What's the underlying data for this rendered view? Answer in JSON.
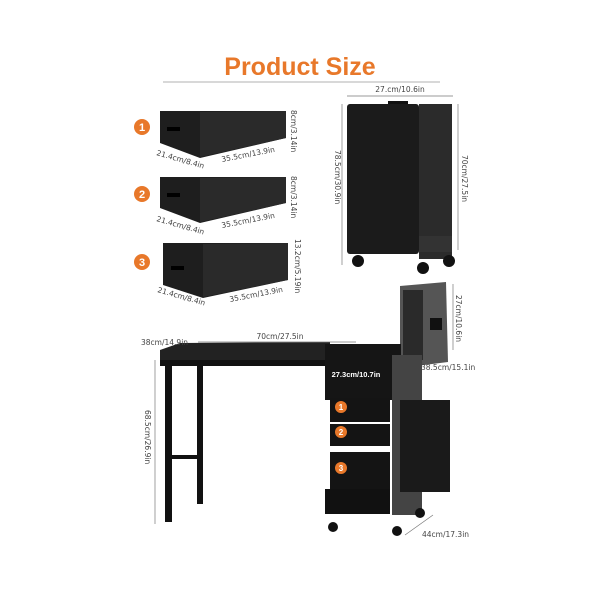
{
  "title": "Product Size",
  "colors": {
    "accent": "#e8782a",
    "product": "#1e1e1e"
  },
  "drawers": [
    {
      "number": "1",
      "height": "8cm/3.14in",
      "depth": "21.4cm/8.4in",
      "width": "35.5cm/13.9in"
    },
    {
      "number": "2",
      "height": "8cm/3.14in",
      "depth": "21.4cm/8.4in",
      "width": "35.5cm/13.9in"
    },
    {
      "number": "3",
      "height": "13.2cm/5.19in",
      "depth": "21.4cm/8.4in",
      "width": "35.5cm/13.9in"
    }
  ],
  "folded_cabinet": {
    "width": "27.cm/10.6in",
    "total_height": "78.5cm/30.9in",
    "body_height": "70cm/27.5in"
  },
  "table": {
    "depth": "38cm/14.9in",
    "length": "70cm/27.5in",
    "height": "68.5cm/26.9in",
    "lid_height": "27cm/10.6in",
    "cabinet_width": "27.3cm/10.7in",
    "cabinet_depth": "38.5cm/15.1in",
    "base_width": "44cm/17.3in"
  }
}
